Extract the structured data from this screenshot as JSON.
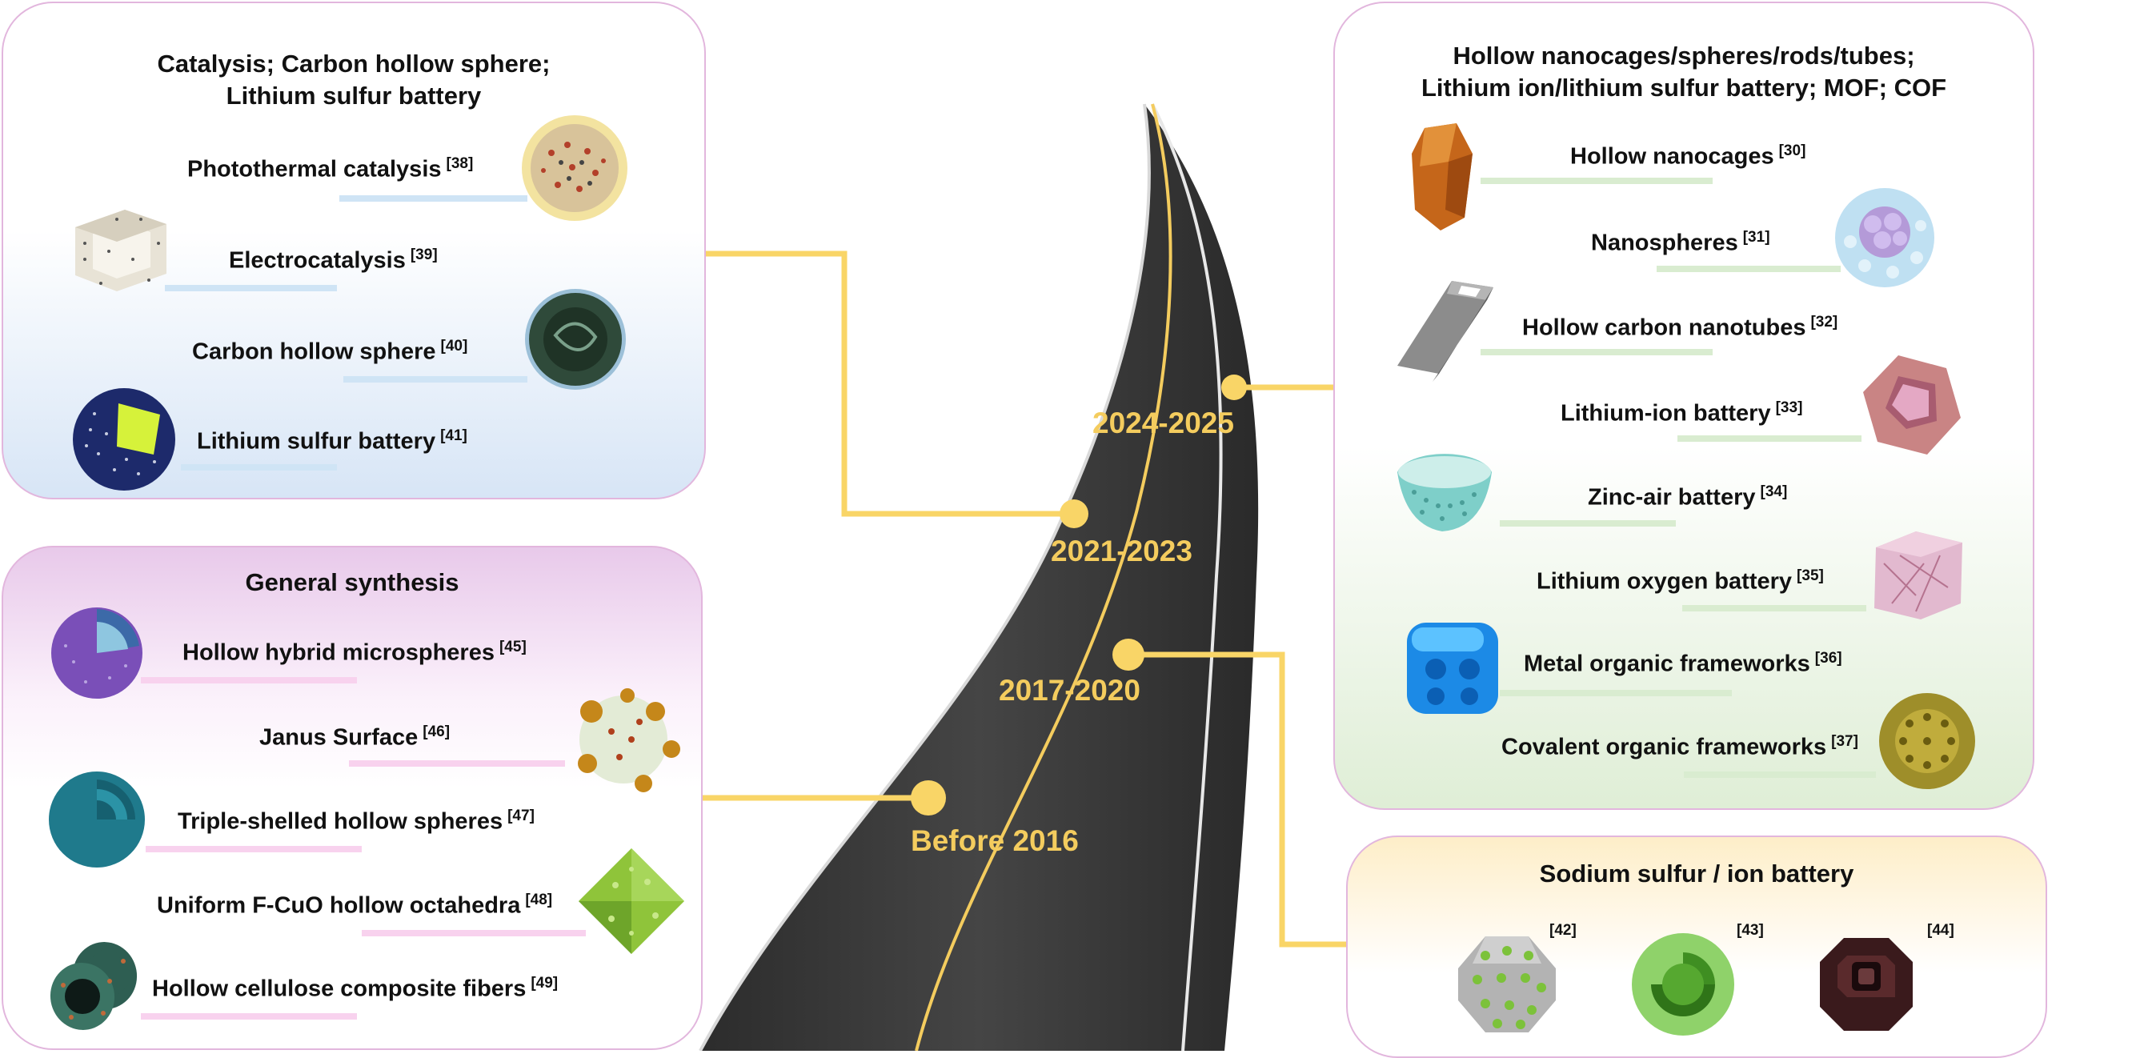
{
  "panels": {
    "catalysis": {
      "title_l1": "Catalysis; Carbon hollow sphere;",
      "title_l2": "Lithium sulfur battery",
      "items": [
        {
          "label": "Photothermal catalysis",
          "ref": "[38]"
        },
        {
          "label": "Electrocatalysis",
          "ref": "[39]"
        },
        {
          "label": "Carbon hollow sphere",
          "ref": "[40]"
        },
        {
          "label": "Lithium sulfur battery",
          "ref": "[41]"
        }
      ]
    },
    "general": {
      "title": "General synthesis",
      "items": [
        {
          "label": "Hollow hybrid microspheres",
          "ref": "[45]"
        },
        {
          "label": "Janus Surface",
          "ref": "[46]"
        },
        {
          "label": "Triple-shelled hollow spheres",
          "ref": "[47]"
        },
        {
          "label": "Uniform F-CuO hollow octahedra",
          "ref": "[48]"
        },
        {
          "label": "Hollow cellulose composite fibers",
          "ref": "[49]"
        }
      ]
    },
    "hollow": {
      "title_l1": "Hollow nanocages/spheres/rods/tubes;",
      "title_l2": "Lithium ion/lithium sulfur battery; MOF; COF",
      "items": [
        {
          "label": "Hollow nanocages",
          "ref": "[30]"
        },
        {
          "label": "Nanospheres",
          "ref": "[31]"
        },
        {
          "label": "Hollow carbon nanotubes",
          "ref": "[32]"
        },
        {
          "label": "Lithium-ion battery",
          "ref": "[33]"
        },
        {
          "label": "Zinc-air battery",
          "ref": "[34]"
        },
        {
          "label": "Lithium oxygen battery",
          "ref": "[35]"
        },
        {
          "label": "Metal organic frameworks",
          "ref": "[36]"
        },
        {
          "label": "Covalent organic frameworks",
          "ref": "[37]"
        }
      ]
    },
    "sodium": {
      "title": "Sodium sulfur / ion battery",
      "refs": [
        "[42]",
        "[43]",
        "[44]"
      ]
    }
  },
  "timeline": [
    "2024-2025",
    "2021-2023",
    "2017-2020",
    "Before 2016"
  ],
  "colors": {
    "connector": "#f9d567",
    "border": "#e2b6dd",
    "road": "#3a3a3a",
    "year_text": "#f4cc5e"
  }
}
